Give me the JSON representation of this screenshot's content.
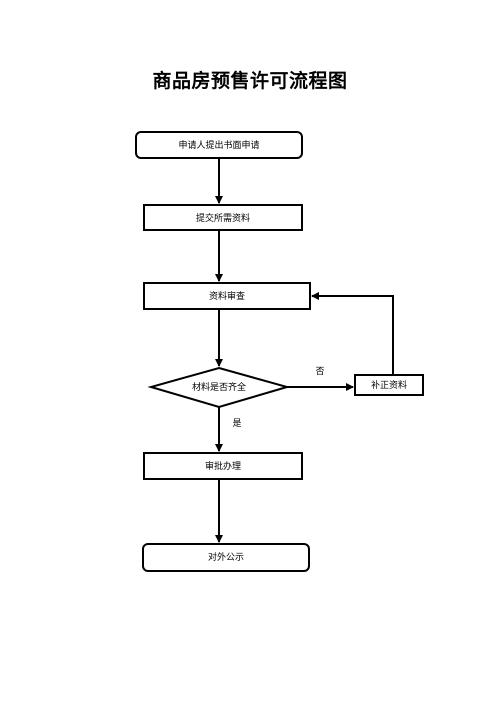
{
  "title": "商品房预售许可流程图",
  "nodes": {
    "apply": "申请人提出书面申请",
    "submit": "提交所需资料",
    "review": "资料审查",
    "decision": "材料是否齐全",
    "supplement": "补正资料",
    "approve": "审批办理",
    "publish": "对外公示"
  },
  "edges": {
    "no_label": "否",
    "yes_label": "是"
  }
}
